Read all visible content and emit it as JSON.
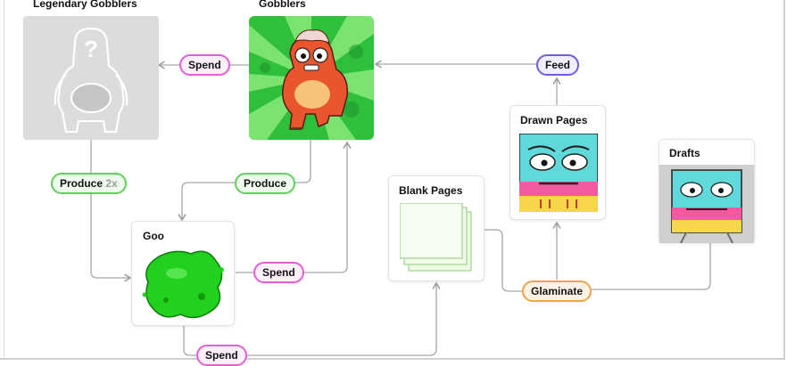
{
  "nodes": {
    "legendary": {
      "title": "Legendary Gobblers"
    },
    "gobblers": {
      "title": "Gobblers"
    },
    "goo": {
      "title": "Goo"
    },
    "blank": {
      "title": "Blank Pages"
    },
    "drawn": {
      "title": "Drawn Pages"
    },
    "drafts": {
      "title": "Drafts"
    }
  },
  "actions": {
    "spend_legendary": "Spend",
    "produce_2x_label": "Produce",
    "produce_2x_multiplier": "2x",
    "produce": "Produce",
    "spend_gobblers": "Spend",
    "spend_blank": "Spend",
    "feed": "Feed",
    "glaminate": "Glaminate"
  },
  "colors": {
    "spend": "#e85bd6",
    "produce": "#5fd05a",
    "feed": "#6c5ce7",
    "glaminate": "#f3a14a",
    "goo": "#22d11d"
  }
}
